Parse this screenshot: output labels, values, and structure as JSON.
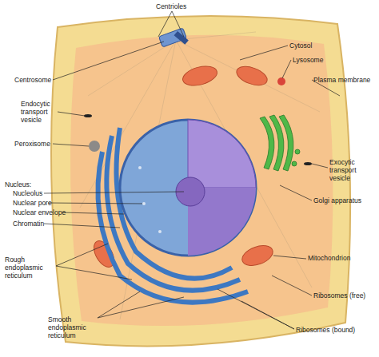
{
  "diagram": {
    "labels": [
      "Centrioles",
      "Cytosol",
      "Lysosome",
      "Plasma membrane",
      "Centrosome",
      "Endocytic transport vesicle",
      "Peroxisome",
      "Exocytic transport vesicle",
      "Nucleus:",
      "Nucleolus",
      "Nuclear pore",
      "Nuclear envelope",
      "Chromatin",
      "Golgi apparatus",
      "Rough endoplasmic reticulum",
      "Mitochondrion",
      "Ribosomes (free)",
      "Smooth endoplasmic reticulum",
      "Ribosomes (bound)"
    ]
  }
}
